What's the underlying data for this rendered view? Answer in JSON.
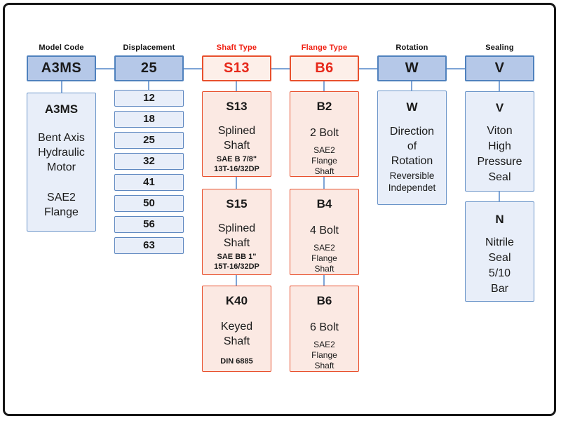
{
  "headers": [
    {
      "label": "Model Code",
      "code": "A3MS"
    },
    {
      "label": "Displacement",
      "code": "25"
    },
    {
      "label": "Shaft Type",
      "code": "S13"
    },
    {
      "label": "Flange Type",
      "code": "B6"
    },
    {
      "label": "Rotation",
      "code": "W"
    },
    {
      "label": "Sealing",
      "code": "V"
    }
  ],
  "model_code": {
    "title": "A3MS",
    "desc": "Bent Axis\nHydraulic\nMotor",
    "flange": "SAE2\nFlange"
  },
  "displacement": {
    "options": [
      "12",
      "18",
      "25",
      "32",
      "41",
      "50",
      "56",
      "63"
    ]
  },
  "shaft_type": {
    "options": [
      {
        "code": "S13",
        "name": "Splined\nShaft",
        "spec": "SAE B 7/8\"\n13T-16/32DP"
      },
      {
        "code": "S15",
        "name": "Splined\nShaft",
        "spec": "SAE BB 1\"\n15T-16/32DP"
      },
      {
        "code": "K40",
        "name": "Keyed\nShaft",
        "spec": "DIN 6885"
      }
    ]
  },
  "flange_type": {
    "options": [
      {
        "code": "B2",
        "name": "2 Bolt",
        "spec": "SAE2\nFlange\nShaft"
      },
      {
        "code": "B4",
        "name": "4 Bolt",
        "spec": "SAE2\nFlange\nShaft"
      },
      {
        "code": "B6",
        "name": "6 Bolt",
        "spec": "SAE2\nFlange\nShaft"
      }
    ]
  },
  "rotation": {
    "code": "W",
    "desc": "Direction\nof\nRotation",
    "note": "Reversible\nIndependet"
  },
  "sealing": {
    "options": [
      {
        "code": "V",
        "desc": "Viton\nHigh\nPressure\nSeal"
      },
      {
        "code": "N",
        "desc": "Nitrile\nSeal\n5/10\nBar"
      }
    ]
  },
  "colors": {
    "blue_header_fill": "#b5c8e8",
    "blue_header_border": "#4f81bd",
    "blue_detail_fill": "#e8eef9",
    "blue_detail_border": "#6b95c9",
    "red_border": "#e8502d",
    "red_header_fill": "#fdefe9",
    "red_detail_fill": "#fbe9e3",
    "red_text": "#e7281a",
    "red_label_text": "#f01e10",
    "connector_line": "#7da4d6",
    "frame_border": "#161616"
  }
}
